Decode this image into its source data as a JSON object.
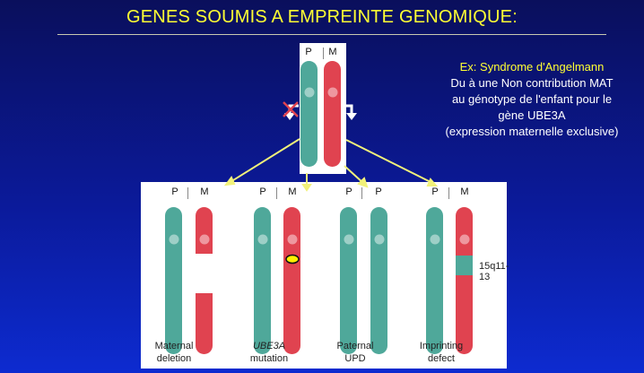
{
  "title": "GENES SOUMIS A EMPREINTE GENOMIQUE:",
  "note": {
    "line1": "Ex: Syndrome d'Angelmann",
    "line2": "Du à une Non contribution MAT",
    "line3": "au génotype de l'enfant pour le",
    "line4": "gène UBE3A",
    "line5": "(expression maternelle exclusive)"
  },
  "top": {
    "label_p": "P",
    "label_m": "M"
  },
  "panels": [
    {
      "label_left": "P",
      "label_right": "M",
      "caption1": "Maternal",
      "caption2": "deletion"
    },
    {
      "label_left": "P",
      "label_right": "M",
      "caption1": "UBE3A",
      "caption2": "mutation"
    },
    {
      "label_left": "P",
      "label_right": "P",
      "caption1": "Paternal",
      "caption2": "UPD"
    },
    {
      "label_left": "P",
      "label_right": "M",
      "caption1": "Imprinting",
      "caption2": "defect"
    }
  ],
  "region_label": "15q11-13",
  "colors": {
    "paternal": "#4fa89a",
    "maternal": "#e04350",
    "title": "#ffff33",
    "arrow": "#f2f27a",
    "cross": "#e04350"
  }
}
